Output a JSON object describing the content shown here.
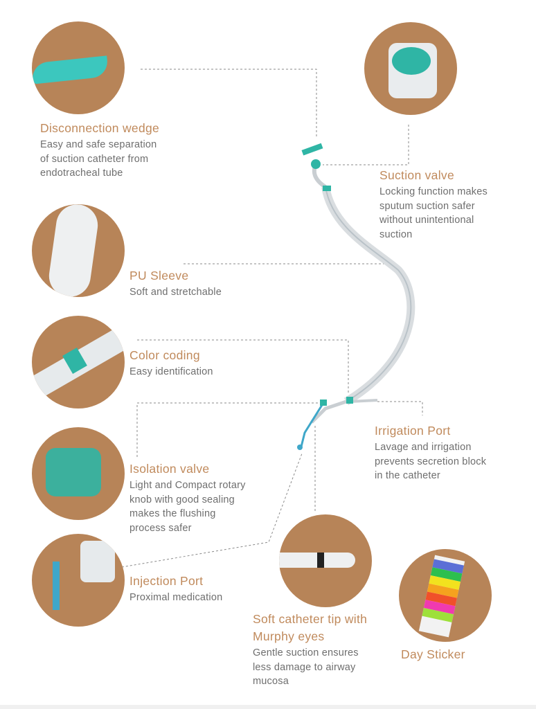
{
  "features": {
    "wedge": {
      "title": "Disconnection wedge",
      "lines": [
        "Easy and safe separation",
        "of suction catheter from",
        "endotracheal tube"
      ]
    },
    "suction_valve": {
      "title": "Suction valve",
      "lines": [
        "Locking function makes",
        "sputum suction safer",
        "without unintentional",
        "suction"
      ]
    },
    "pu_sleeve": {
      "title": "PU Sleeve",
      "lines": [
        "Soft and stretchable"
      ]
    },
    "color_coding": {
      "title": "Color coding",
      "lines": [
        "Easy identification"
      ]
    },
    "isolation_valve": {
      "title": "Isolation valve",
      "lines": [
        "Light and Compact rotary",
        "knob with good sealing",
        "makes the flushing",
        "process safer"
      ]
    },
    "injection_port": {
      "title": "Injection Port",
      "lines": [
        "Proximal medication"
      ]
    },
    "irrigation_port": {
      "title": "Irrigation Port",
      "lines": [
        "Lavage and irrigation",
        "prevents secretion block",
        "in the catheter"
      ]
    },
    "soft_tip": {
      "title_lines": [
        "Soft catheter tip with",
        "Murphy eyes"
      ],
      "lines": [
        "Gentle suction ensures",
        "less damage to airway",
        "mucosa"
      ]
    },
    "day_sticker": {
      "title": "Day Sticker"
    }
  },
  "colors": {
    "circle": "#b78458",
    "title": "#c08a5c",
    "body": "#6e6e6e",
    "teal": "#2fb5a5"
  }
}
